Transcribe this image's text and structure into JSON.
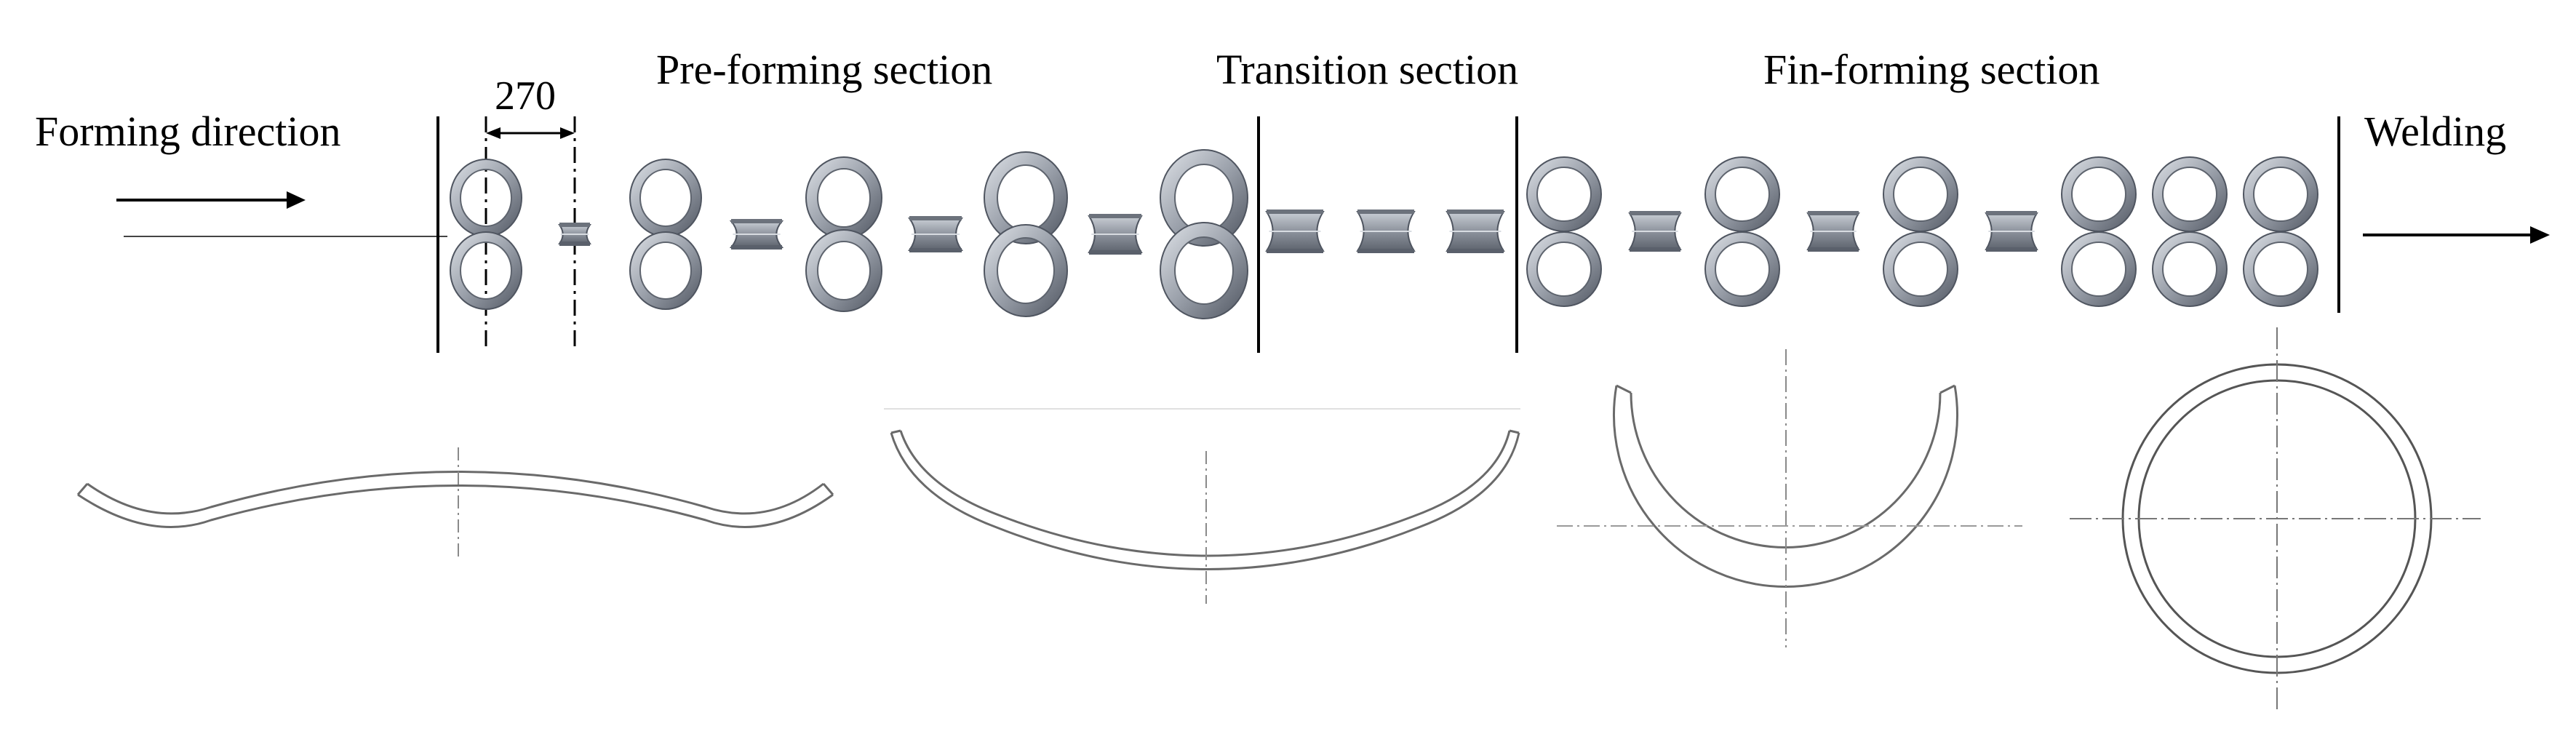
{
  "labels": {
    "forming_direction": "Forming direction",
    "pre_forming": "Pre-forming section",
    "transition": "Transition section",
    "fin_forming": "Fin-forming section",
    "welding": "Welding"
  },
  "dimension": {
    "stand_spacing": "270"
  },
  "colors": {
    "roll_face": "#9ba1ab",
    "roll_dark": "#4f5560",
    "roll_light": "#d3d7dd",
    "lines": "#000000",
    "profile": "#5a5a5a",
    "centerline": "#8a8a8a"
  }
}
